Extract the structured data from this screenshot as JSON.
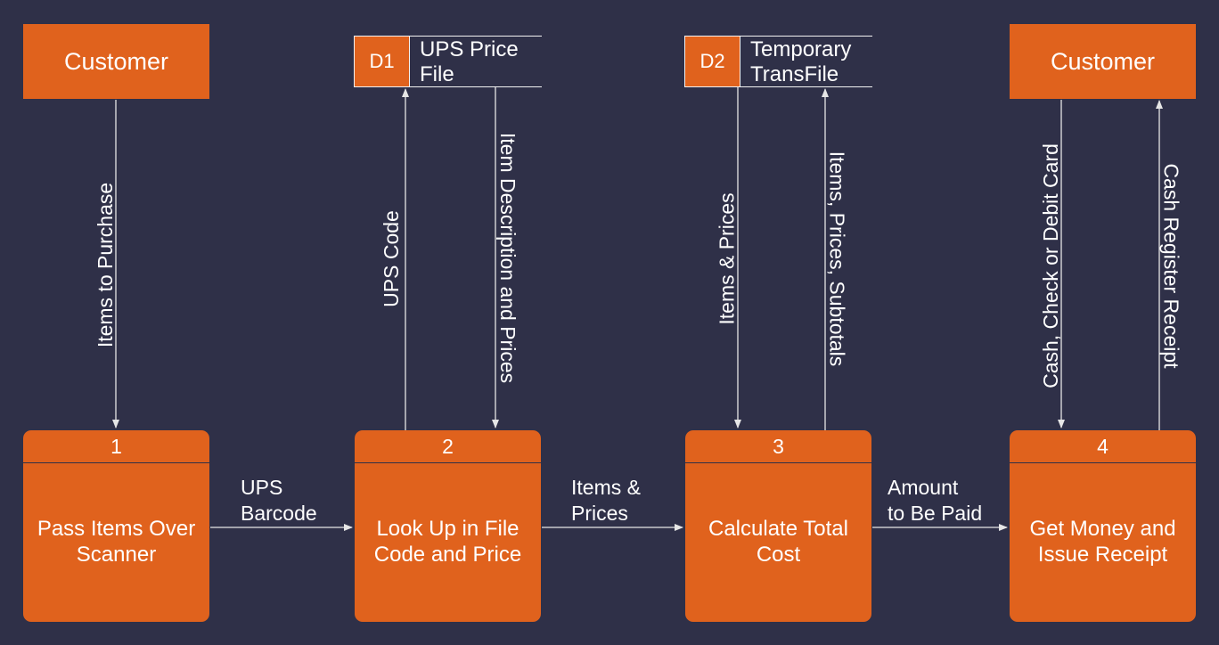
{
  "entities": {
    "left": "Customer",
    "right": "Customer"
  },
  "stores": [
    {
      "id": "D1",
      "name": "UPS Price\nFile"
    },
    {
      "id": "D2",
      "name": "Temporary\nTransFile"
    }
  ],
  "processes": [
    {
      "number": "1",
      "label": "Pass Items Over\nScanner"
    },
    {
      "number": "2",
      "label": "Look Up in File\nCode and Price"
    },
    {
      "number": "3",
      "label": "Calculate Total\nCost"
    },
    {
      "number": "4",
      "label": "Get Money and\nIssue Receipt"
    }
  ],
  "flows": {
    "items_to_purchase": "Items to Purchase",
    "ups_code": "UPS Code",
    "item_description_prices": "Item Description and Prices",
    "items_and_prices_v": "Items & Prices",
    "items_prices_subtotals": "Items, Prices, Subtotals",
    "cash_check_debit": "Cash, Check or Debit Card",
    "cash_register_receipt": "Cash Register Receipt",
    "ups_barcode": "UPS\nBarcode",
    "items_and_prices_h": "Items &\nPrices",
    "amount_to_be_paid": "Amount\nto Be Paid"
  },
  "colors": {
    "background": "#2f3048",
    "shape_fill": "#e0621d",
    "line": "#e6e6e6"
  }
}
